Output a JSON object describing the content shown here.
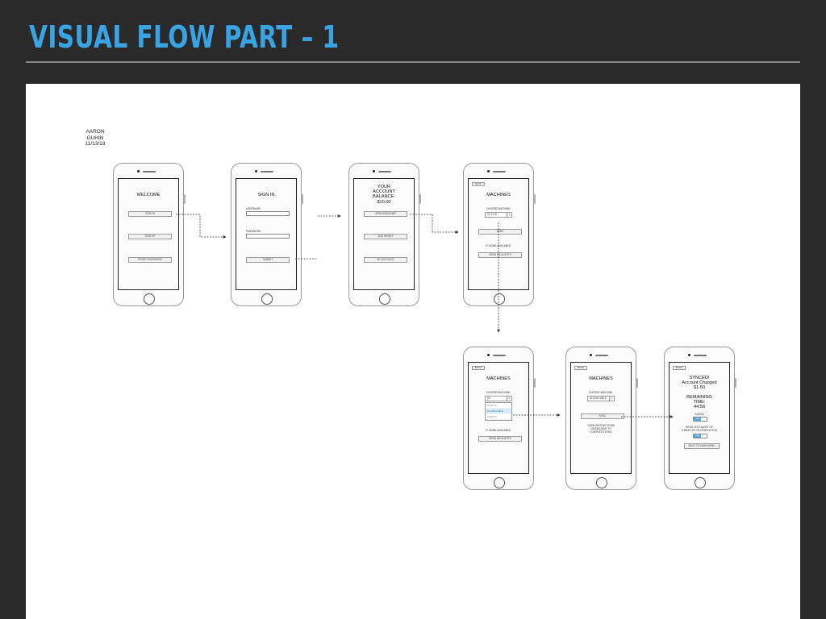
{
  "slide": {
    "title": "VISUAL FLOW PART – 1",
    "author_lines": [
      "AARON",
      "GUHIN",
      "11/13/18"
    ]
  },
  "screens": {
    "welcome": {
      "title": "WELCOME",
      "buttons": [
        "SIGN IN",
        "SIGN UP",
        "RESET PASSWORD"
      ]
    },
    "signin": {
      "title": "SIGN IN",
      "username_label": "USERNAME",
      "password_label": "PASSWORD",
      "submit": "SUBMIT"
    },
    "account": {
      "title_lines": [
        "YOUR",
        "ACCOUNT",
        "BALANCE:",
        "$10.00"
      ],
      "buttons": [
        "VIEW MACHINES",
        "ADD MONEY",
        "MY ACCOUNT"
      ]
    },
    "machines1": {
      "back": "BACK",
      "title": "MACHINES",
      "choose_label": "CHOOSE MACHINE:",
      "select_value": "#1 $1.50",
      "select_arrow": "▾",
      "sync": "SYNC",
      "none_label": "IF NONE AVAILABLE:",
      "alerts": "SEND ME ALERTS"
    },
    "machines2": {
      "back": "BACK",
      "title": "MACHINES",
      "choose_label": "CHOOSE MACHINE:",
      "select_value": "#1",
      "select_arrow": "▾",
      "options": [
        "#1 $1.50",
        "#2 AVAILABLE",
        "#3 $1.50"
      ],
      "none_label": "IF NONE AVAILABLE:",
      "alerts": "SEND ME ALERTS"
    },
    "machines3": {
      "back": "BACK",
      "title": "MACHINES",
      "choose_label": "CHOOSE MACHINE:",
      "select_value": "#2 AVAILABLE",
      "select_arrow": "▾",
      "sync": "SYNC",
      "instructions": [
        "*VIEW INSTRUCTIONS",
        "ON MACHINE TO",
        "COMPLETE SYNC"
      ]
    },
    "synced": {
      "back": "BACK",
      "title_lines": [
        "SYNCED!",
        "Account Charged",
        "$1.50"
      ],
      "remaining_lines": [
        "REMAINING",
        "TIME:",
        "44:58"
      ],
      "alarm_label": "ALARM",
      "toggle_on": "ON",
      "text_alert_lines": [
        "SEND TEXT ALERT OF",
        "5 MINS OR ON COMPLETION"
      ],
      "back_main": "BACK TO MAIN MENU"
    }
  },
  "colors": {
    "background": "#2a2a2a",
    "title": "#3aa3e3",
    "canvas": "#ffffff",
    "toggle_on": "#5aa9e6"
  }
}
